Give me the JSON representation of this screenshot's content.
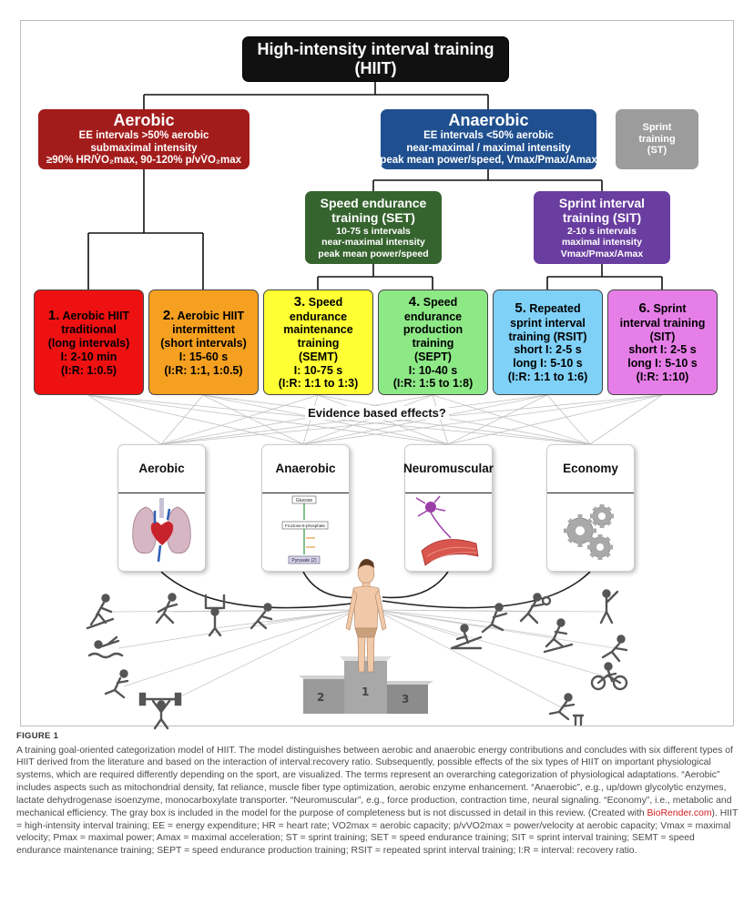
{
  "diagram": {
    "title": {
      "line1": "High-intensity interval training",
      "line2": "(HIIT)"
    },
    "aerobic": {
      "heading": "Aerobic",
      "line1": "EE intervals >50% aerobic",
      "line2": "submaximal intensity",
      "line3": "≥90% HR/V̇O₂max, 90-120% p/vV̇O₂max"
    },
    "anaerobic": {
      "heading": "Anaerobic",
      "line1": "EE intervals <50% aerobic",
      "line2": "near-maximal / maximal intensity",
      "line3": "peak mean power/speed, Vmax/Pmax/Amax"
    },
    "sprint_training": {
      "line1": "Sprint",
      "line2": "training",
      "line3": "(ST)"
    },
    "set": {
      "line1": "Speed endurance",
      "line2": "training (SET)",
      "line3": "10-75 s intervals",
      "line4": "near-maximal intensity",
      "line5": "peak mean power/speed"
    },
    "sit": {
      "line1": "Sprint interval",
      "line2": "training (SIT)",
      "line3": "2-10 s intervals",
      "line4": "maximal intensity",
      "line5": "Vmax/Pmax/Amax"
    },
    "types": [
      {
        "num": "1.",
        "lines": [
          "Aerobic HIIT",
          "traditional",
          "(long intervals)",
          "I: 2-10 min",
          "(I:R: 1:0.5)"
        ]
      },
      {
        "num": "2.",
        "lines": [
          "Aerobic HIIT",
          "intermittent",
          "(short intervals)",
          "I: 15-60 s",
          "(I:R: 1:1, 1:0.5)"
        ]
      },
      {
        "num": "3.",
        "lines": [
          "Speed",
          "endurance",
          "maintenance",
          "training",
          "(SEMT)",
          "I: 10-75 s",
          "(I:R: 1:1 to 1:3)"
        ]
      },
      {
        "num": "4.",
        "lines": [
          "Speed",
          "endurance",
          "production",
          "training",
          "(SEPT)",
          "I: 10-40 s",
          "(I:R: 1:5 to 1:8)"
        ]
      },
      {
        "num": "5.",
        "lines": [
          "Repeated",
          "sprint interval",
          "training (RSIT)",
          "short I: 2-5 s",
          "long I: 5-10 s",
          "(I:R: 1:1 to 1:6)"
        ]
      },
      {
        "num": "6.",
        "lines": [
          "Sprint",
          "interval training",
          "(SIT)",
          "short I: 2-5 s",
          "long I: 5-10 s",
          "(I:R: 1:10)"
        ]
      }
    ],
    "evidence_label": "Evidence based effects?",
    "effects": [
      {
        "line1": "Aerobic",
        "line2": "",
        "icon": "heart-lungs-icon"
      },
      {
        "line1": "Anaerobic",
        "line2": "",
        "icon": "glycolysis-icon"
      },
      {
        "line1": "Neuro",
        "line2": "muscular",
        "icon": "neuron-muscle-icon"
      },
      {
        "line1": "Economy",
        "line2": "",
        "icon": "gears-icon"
      }
    ],
    "podium": {
      "first": "1",
      "second": "2",
      "third": "3"
    },
    "glycolysis_labels": {
      "glucose": "Glucose",
      "f6p": "Fructose-6-phosphate",
      "pyruvate": "Pyruvate (2)"
    },
    "colors": {
      "aerobic": "#a31c1c",
      "anaerobic": "#1f4f8f",
      "sprint": "#9c9c9c",
      "set": "#36642e",
      "sit": "#6a3ea0",
      "type1": "#ee1111",
      "type2": "#f5a020",
      "type3": "#ffff33",
      "type4": "#8de886",
      "type5": "#7fd1f7",
      "type6": "#e67ee8"
    }
  },
  "caption": {
    "figure_label": "FIGURE 1",
    "text_before_link": "A training goal-oriented categorization model of HIIT. The model distinguishes between aerobic and anaerobic energy contributions and concludes with six different types of HIIT derived from the literature and based on the interaction of interval:recovery ratio. Subsequently, possible effects of the six types of HIIT on important physiological systems, which are required differently depending on the sport, are visualized. The terms represent an overarching categorization of physiological adaptations. “Aerobic” includes aspects such as mitochondrial density, fat reliance, muscle fiber type optimization, aerobic enzyme enhancement. “Anaerobic”, e.g., up/down glycolytic enzymes, lactate dehydrogenase isoenzyme, monocarboxylate transporter. “Neuromuscular”, e.g., force production, contraction time, neural signaling. “Economy”, i.e., metabolic and mechanical efficiency. The gray box is included in the model for the purpose of completeness but is not discussed in detail in this review. (Created with ",
    "link": "BioRender.com",
    "text_after_link": "). HIIT = high-intensity interval training; EE = energy expenditure; HR = heart rate; VO2max = aerobic capacity; p/vVO2max = power/velocity at aerobic capacity; Vmax = maximal velocity; Pmax = maximal power; Amax = maximal acceleration; ST = sprint training; SET = speed endurance training; SIT = sprint interval training; SEMT = speed endurance maintenance training; SEPT = speed endurance production training; RSIT = repeated sprint interval training; I:R = interval: recovery ratio."
  }
}
